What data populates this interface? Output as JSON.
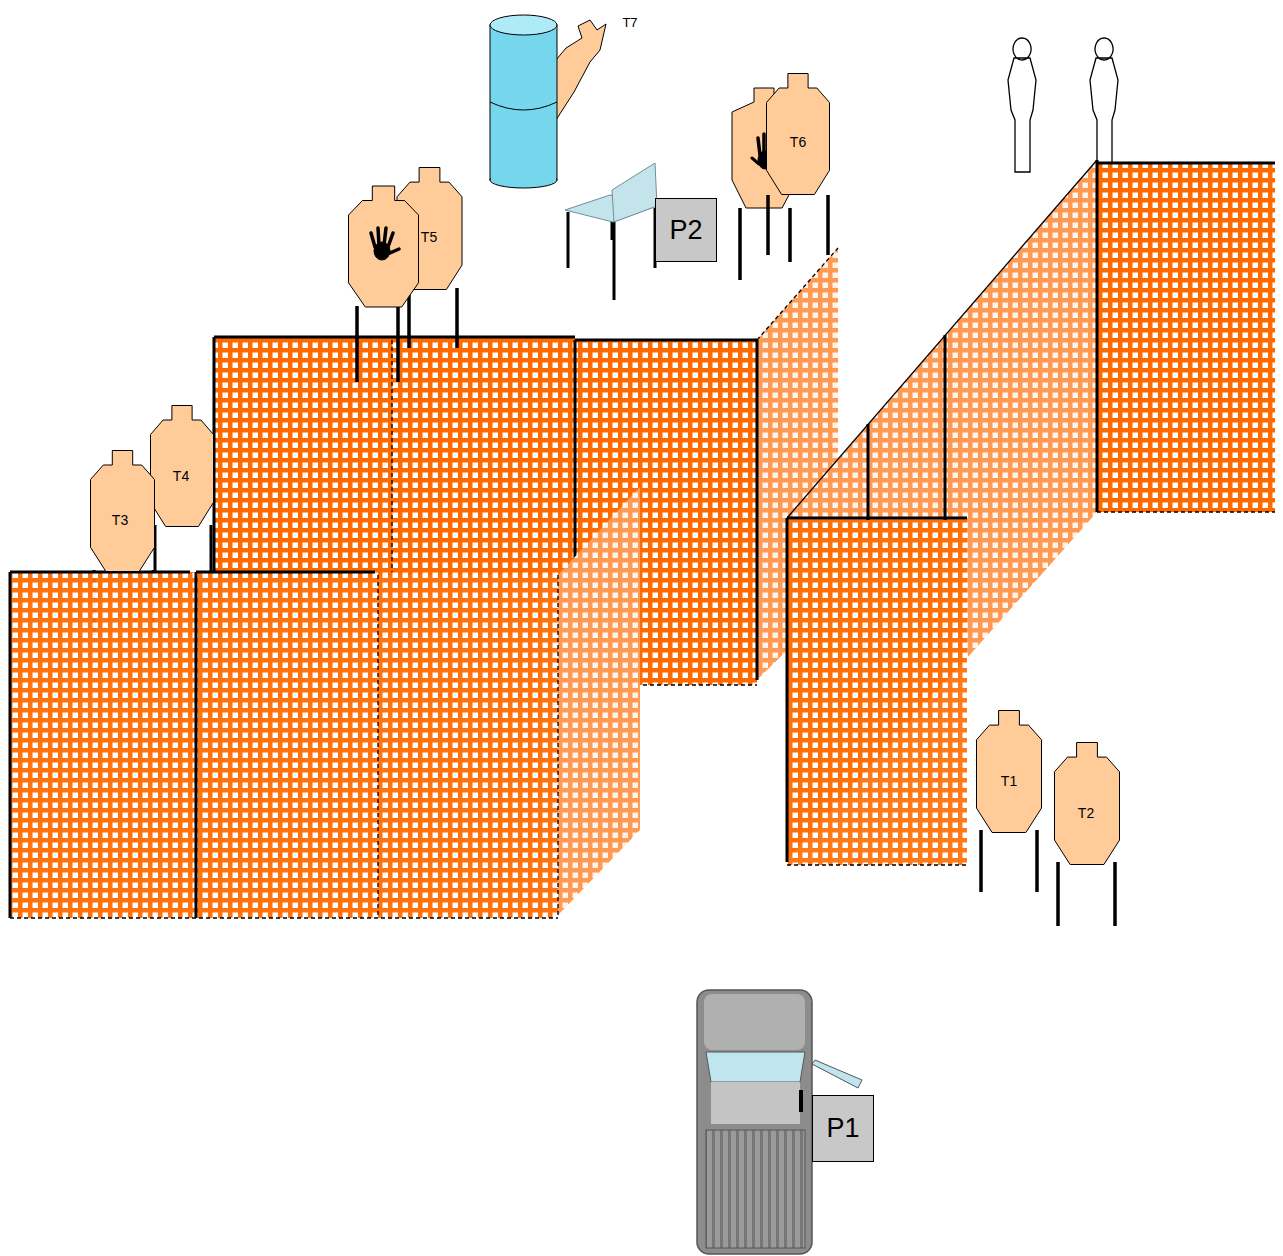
{
  "diagram": {
    "nodes": [
      {
        "text": [
          "T7"
        ]
      },
      {
        "text": [
          "T6"
        ]
      },
      {
        "text": [
          "P2"
        ]
      },
      {
        "text": [
          "T5"
        ]
      },
      {
        "text": [
          "T4"
        ]
      },
      {
        "text": [
          "T3"
        ]
      },
      {
        "text": [
          "T1"
        ]
      },
      {
        "text": [
          "T2"
        ]
      },
      {
        "text": [
          "P1"
        ]
      }
    ]
  }
}
